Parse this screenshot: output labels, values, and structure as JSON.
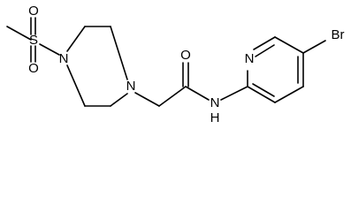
{
  "molecule": {
    "atoms": {
      "sulfur": "S",
      "sulfonyl_oxygen_top": "O",
      "sulfonyl_oxygen_bottom": "O",
      "piperazine_n_sulfonyl": "N",
      "piperazine_n_alkyl": "N",
      "carbonyl_oxygen": "O",
      "amide_nitrogen": "N",
      "amide_hydrogen": "H",
      "pyridine_nitrogen": "N",
      "bromine": "Br"
    }
  }
}
